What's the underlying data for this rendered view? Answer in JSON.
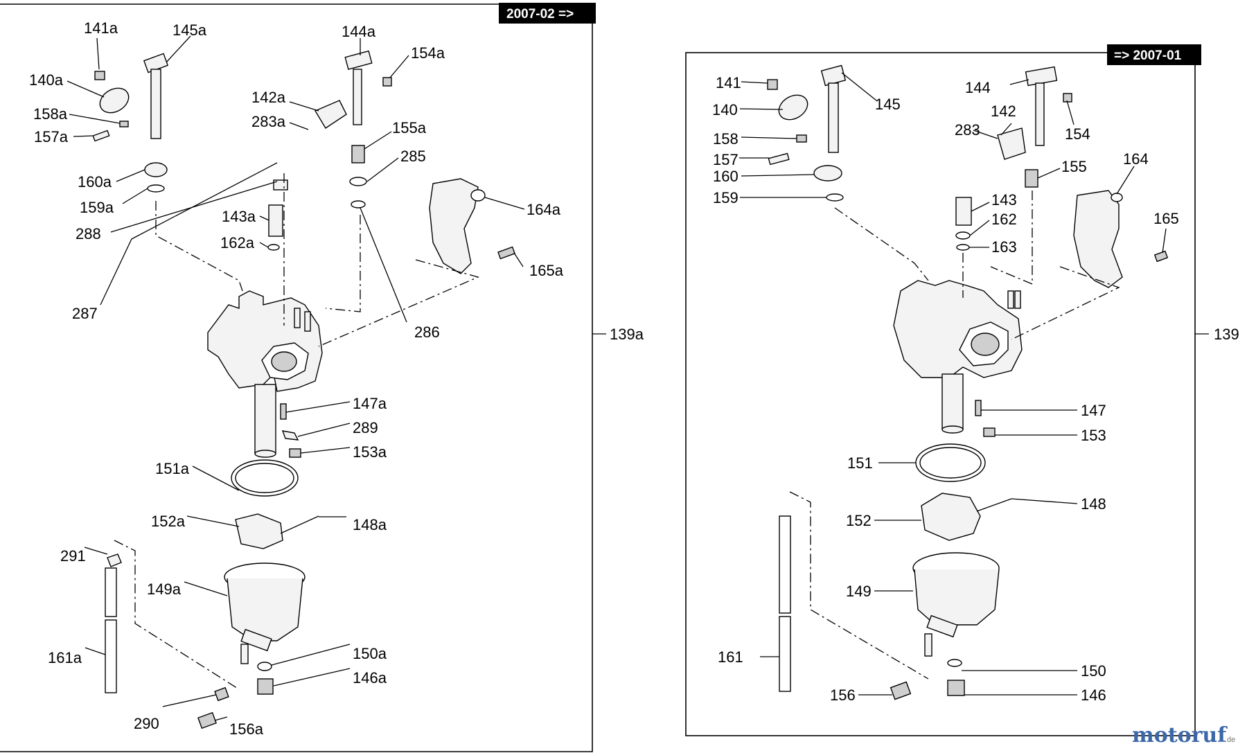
{
  "left_panel": {
    "header": "2007-02 =>",
    "assembly_label": "139a",
    "labels": {
      "141a": "141a",
      "145a": "145a",
      "144a": "144a",
      "154a": "154a",
      "140a": "140a",
      "142a": "142a",
      "158a": "158a",
      "283a": "283a",
      "155a": "155a",
      "157a": "157a",
      "285": "285",
      "160a": "160a",
      "159a": "159a",
      "143a": "143a",
      "164a": "164a",
      "288": "288",
      "162a": "162a",
      "165a": "165a",
      "287": "287",
      "286": "286",
      "147a": "147a",
      "289": "289",
      "153a": "153a",
      "151a": "151a",
      "152a": "152a",
      "148a": "148a",
      "291": "291",
      "149a": "149a",
      "161a": "161a",
      "150a": "150a",
      "146a": "146a",
      "290": "290",
      "156a": "156a"
    }
  },
  "right_panel": {
    "header": "=> 2007-01",
    "assembly_label": "139",
    "labels": {
      "141": "141",
      "145": "145",
      "144": "144",
      "140": "140",
      "142": "142",
      "154": "154",
      "283": "283",
      "158": "158",
      "157": "157",
      "155": "155",
      "164": "164",
      "160": "160",
      "159": "159",
      "143": "143",
      "162": "162",
      "165": "165",
      "163": "163",
      "147": "147",
      "153": "153",
      "151": "151",
      "148": "148",
      "152": "152",
      "149": "149",
      "161": "161",
      "150": "150",
      "156": "156",
      "146": "146"
    }
  },
  "watermark": {
    "brand": "motoruf",
    "tld": ".de"
  }
}
